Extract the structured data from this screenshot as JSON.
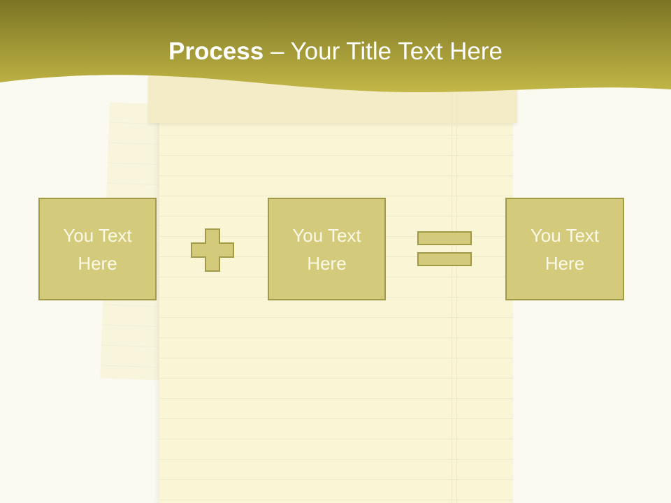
{
  "title": {
    "bold": "Process",
    "rest": " – Your Title Text Here"
  },
  "boxes": [
    {
      "text": "You Text Here"
    },
    {
      "text": "You Text Here"
    },
    {
      "text": "You Text Here"
    }
  ],
  "operators": [
    "plus-icon",
    "equals-icon"
  ],
  "colors": {
    "banner_dark": "#7c7424",
    "banner_light": "#c5b94a",
    "box_fill": "#d3cb7b",
    "box_border": "#a19a48",
    "box_text": "#fbf9e6",
    "paper": "#faf5d4"
  }
}
